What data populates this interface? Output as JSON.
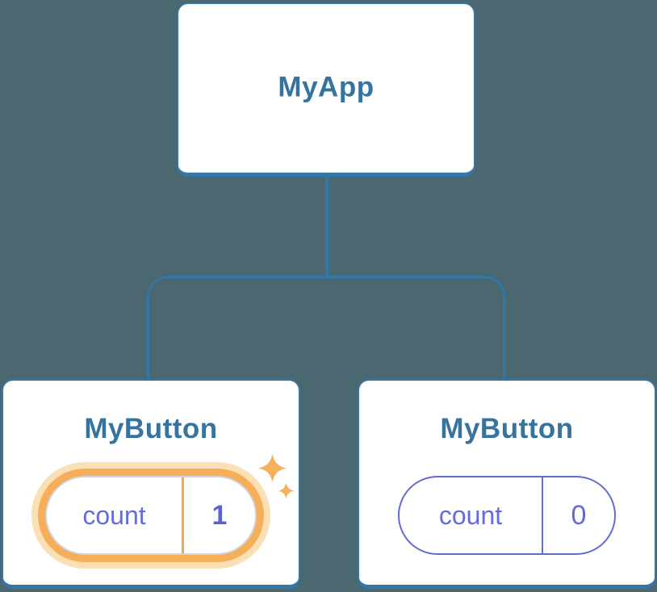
{
  "tree": {
    "root": {
      "label": "MyApp"
    },
    "children": [
      {
        "label": "MyButton",
        "state_name": "count",
        "state_value": "1",
        "highlighted": true
      },
      {
        "label": "MyButton",
        "state_name": "count",
        "state_value": "0",
        "highlighted": false
      }
    ]
  },
  "icons": {
    "sparkle_large": "four-point-star",
    "sparkle_small": "four-point-star"
  },
  "colors": {
    "background": "#4B6870",
    "node_fill": "#FFFFFF",
    "node_border": "#3377A9",
    "connector": "#3377A9",
    "title_text": "#35749F",
    "state_name_text": "#636CDE",
    "state_value_highlight": "#5A62D4",
    "state_value_plain": "#626AD6",
    "pill_border_plain": "#626AD6",
    "pill_border_inner_highlight": "#CFD3E2",
    "highlight_ring": "#F6AE58",
    "highlight_halo": "#FBE0B5",
    "highlight_divider": "#F0A54E",
    "sparkle": "#F5B25A"
  }
}
